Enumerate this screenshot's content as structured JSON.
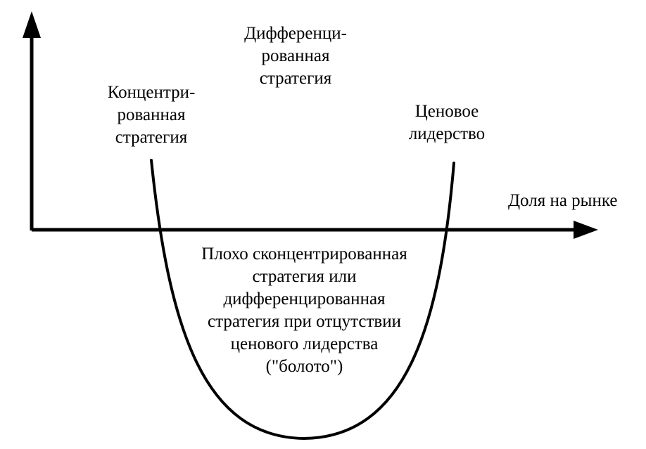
{
  "labels": {
    "concentrated": [
      "Концентри-",
      "рованная",
      "стратегия"
    ],
    "differentiated": [
      "Дифференци-",
      "рованная",
      "стратегия"
    ],
    "cost_leadership": [
      "Ценовое",
      "лидерство"
    ],
    "x_axis": "Доля на рынке",
    "swamp": [
      "Плохо сконцентрированная",
      "стратегия или",
      "дифференцированная",
      "стратегия при отцутствии",
      "ценового лидерства",
      "(\"болото\")"
    ]
  },
  "colors": {
    "line": "#000000",
    "background": "#ffffff"
  }
}
